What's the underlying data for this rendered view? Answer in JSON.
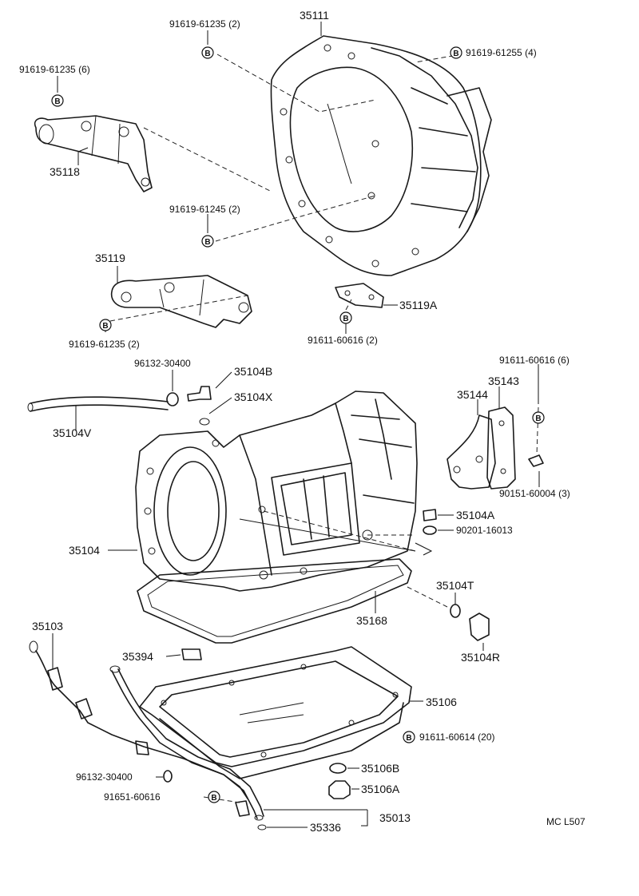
{
  "diagram": {
    "labels": {
      "p35111": "35111",
      "b91619_61235_2a": "91619-61235 (2)",
      "b91619_61255_4": "91619-61255 (4)",
      "b91619_61235_6": "91619-61235 (6)",
      "p35118": "35118",
      "b91619_61245_2": "91619-61245 (2)",
      "p35119": "35119",
      "b91619_61235_2b": "91619-61235 (2)",
      "p35119A": "35119A",
      "b91611_60616_2": "91611-60616 (2)",
      "p96132_30400a": "96132-30400",
      "p35104B": "35104B",
      "p35104X": "35104X",
      "p35104V": "35104V",
      "b91611_60616_6": "91611-60616 (6)",
      "p35143": "35143",
      "p35144": "35144",
      "p90151_60004": "90151-60004 (3)",
      "p35104A": "35104A",
      "p90201_16013": "90201-16013",
      "p35104": "35104",
      "p35104T": "35104T",
      "p35168": "35168",
      "p35104R": "35104R",
      "p35103": "35103",
      "p35394": "35394",
      "p35106": "35106",
      "b91611_60614_20": "91611-60614 (20)",
      "p96132_30400b": "96132-30400",
      "p35106B": "35106B",
      "b91651_60616": "91651-60616",
      "p35106A": "35106A",
      "p35013": "35013",
      "p35336": "35336",
      "code": "MC L507"
    },
    "badge_letter": "B"
  }
}
